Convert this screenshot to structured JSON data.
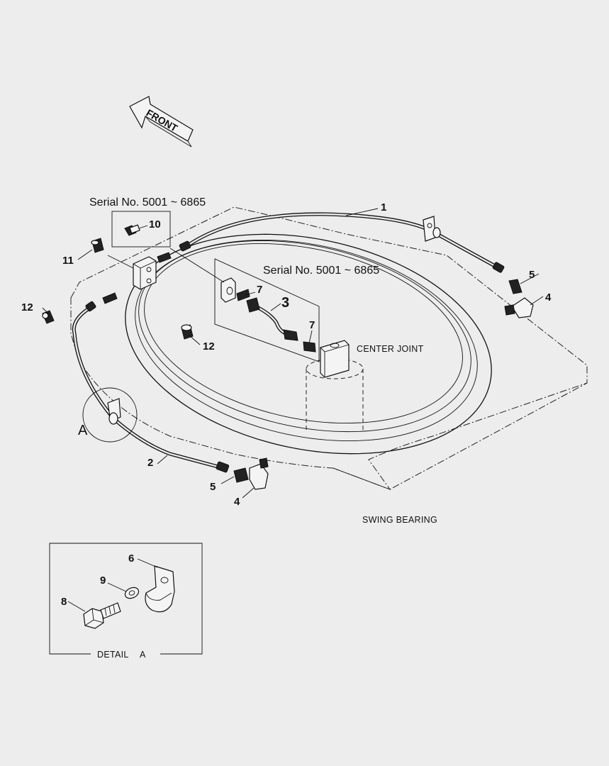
{
  "front_label": "FRONT",
  "serial_notes": [
    "Serial No. 5001 ~ 6865",
    "Serial No. 5001 ~ 6865"
  ],
  "callouts": {
    "c1": "1",
    "c2": "2",
    "c3": "3",
    "c4a": "4",
    "c4b": "4",
    "c5a": "5",
    "c5b": "5",
    "c6": "6",
    "c7a": "7",
    "c7b": "7",
    "c8": "8",
    "c9": "9",
    "c10": "10",
    "c11": "11",
    "c12a": "12",
    "c12b": "12"
  },
  "detail_marker": "A",
  "center_joint_label": "CENTER JOINT",
  "swing_bearing_label": "SWING BEARING",
  "detail_caption": [
    "DETAIL",
    "A"
  ]
}
